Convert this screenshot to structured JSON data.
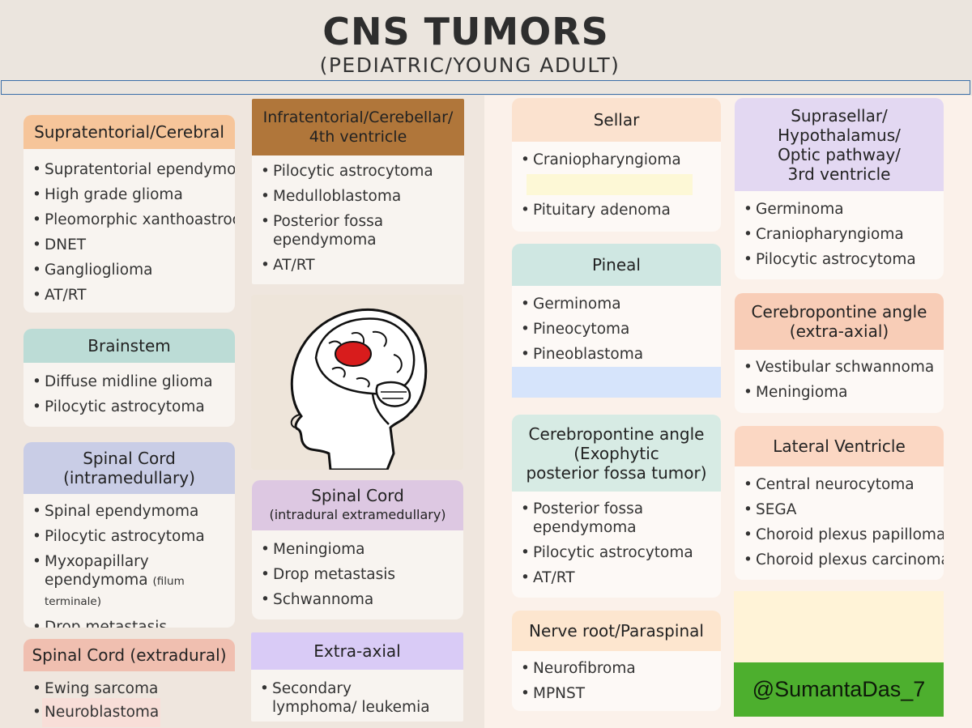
{
  "header": {
    "title": "CNS TUMORS",
    "subtitle": "(PEDIATRIC/YOUNG ADULT)"
  },
  "cards": {
    "supratentorial": {
      "title": "Supratentorial/Cerebral",
      "items": [
        "Supratentorial ependymoma",
        "High grade glioma",
        "Pleomorphic xanthoastrocytoma",
        "DNET",
        "Ganglioglioma",
        "AT/RT"
      ]
    },
    "infratentorial": {
      "title_line1": "Infratentorial/Cerebellar/",
      "title_line2": "4th ventricle",
      "items": [
        "Pilocytic astrocytoma",
        "Medulloblastoma",
        "Posterior fossa ependymoma",
        "AT/RT"
      ]
    },
    "brainstem": {
      "title": "Brainstem",
      "items": [
        "Diffuse midline glioma",
        "Pilocytic astrocytoma"
      ]
    },
    "spinal_intramedullary": {
      "title_line1": "Spinal Cord",
      "title_line2": "(intramedullary)",
      "items": [
        "Spinal ependymoma",
        "Pilocytic astrocytoma"
      ],
      "myxo_main": "Myxopapillary ependymoma",
      "myxo_note": "(filum terminale)",
      "last_item": "Drop metastasis"
    },
    "spinal_intradural": {
      "title_line1": "Spinal Cord",
      "title_line2": "(intradural extramedullary)",
      "items": [
        "Meningioma",
        "Drop metastasis",
        "Schwannoma"
      ]
    },
    "spinal_extradural": {
      "title": "Spinal Cord (extradural)",
      "items": [
        "Ewing sarcoma",
        "Neuroblastoma"
      ]
    },
    "extra_axial": {
      "title": "Extra-axial",
      "items": [
        "Secondary lymphoma/ leukemia"
      ]
    },
    "sellar": {
      "title": "Sellar",
      "items": [
        "Craniopharyngioma",
        "Pituitary adenoma"
      ]
    },
    "suprasellar": {
      "title_line1": "Suprasellar/",
      "title_line2": "Hypothalamus/",
      "title_line3": "Optic pathway/",
      "title_line4": "3rd ventricle",
      "items": [
        "Germinoma",
        "Craniopharyngioma",
        "Pilocytic astrocytoma"
      ]
    },
    "pineal": {
      "title": "Pineal",
      "items": [
        "Germinoma",
        "Pineocytoma",
        "Pineoblastoma"
      ]
    },
    "cpa_extra": {
      "title_line1": "Cerebropontine angle",
      "title_line2": "(extra-axial)",
      "items": [
        "Vestibular schwannoma",
        "Meningioma"
      ]
    },
    "cpa_exophytic": {
      "title_line1": "Cerebropontine angle",
      "title_line2": "(Exophytic",
      "title_line3": "posterior fossa tumor)",
      "items": [
        "Posterior fossa ependymoma",
        "Pilocytic astrocytoma",
        "AT/RT"
      ]
    },
    "lateral_ventricle": {
      "title": "Lateral Ventricle",
      "items": [
        "Central neurocytoma",
        "SEGA",
        "Choroid plexus papilloma",
        "Choroid plexus carcinoma"
      ]
    },
    "nerve_root": {
      "title": "Nerve root/Paraspinal",
      "items": [
        "Neurofibroma",
        "MPNST"
      ]
    }
  },
  "footer": {
    "handle": "@SumantaDas_7"
  },
  "colors": {
    "supratentorial": "#f6c59a",
    "infratentorial": "#b0763a",
    "brainstem": "#bcdcd6",
    "spinal_intramedullary": "#c9cde6",
    "spinal_intradural": "#ddc8e2",
    "spinal_extradural": "#f0bfb0",
    "extra_axial": "#d9cbf6",
    "sellar": "#fbe2cf",
    "suprasellar": "#e3d8f2",
    "pineal": "#cfe7e2",
    "cpa_extra": "#f8cdb7",
    "cpa_exophytic": "#d7ebe4",
    "lateral_ventricle": "#fbd7c3",
    "nerve_root": "#fde6cf",
    "handle_bg": "#4daf2e",
    "tumor": "#d81c1c"
  }
}
